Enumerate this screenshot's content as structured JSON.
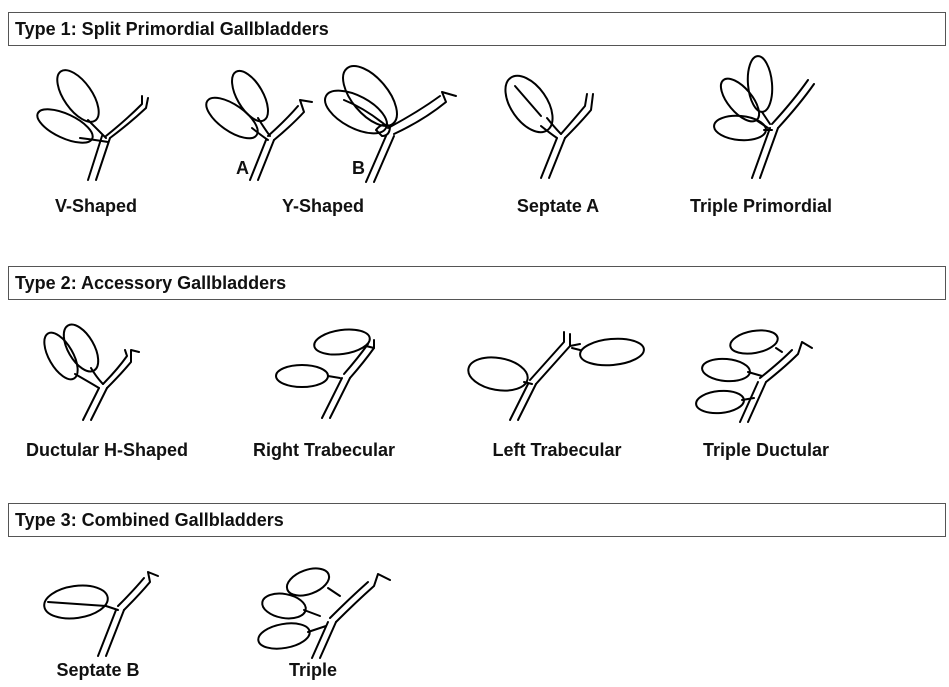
{
  "sections": [
    {
      "title": "Type 1: Split Primordial Gallbladders",
      "items": [
        {
          "label": "V-Shaped",
          "icon": "v-shaped-gallbladder-icon"
        },
        {
          "label": "Y-Shaped",
          "icon": "y-shaped-gallbladder-icon",
          "sublabels": [
            "A",
            "B"
          ]
        },
        {
          "label": "Septate A",
          "icon": "septate-a-gallbladder-icon"
        },
        {
          "label": "Triple Primordial",
          "icon": "triple-primordial-gallbladder-icon"
        }
      ]
    },
    {
      "title": "Type 2: Accessory Gallbladders",
      "items": [
        {
          "label": "Ductular H-Shaped",
          "icon": "ductular-h-shaped-gallbladder-icon"
        },
        {
          "label": "Right Trabecular",
          "icon": "right-trabecular-gallbladder-icon"
        },
        {
          "label": "Left Trabecular",
          "icon": "left-trabecular-gallbladder-icon"
        },
        {
          "label": "Triple Ductular",
          "icon": "triple-ductular-gallbladder-icon"
        }
      ]
    },
    {
      "title": "Type 3: Combined Gallbladders",
      "items": [
        {
          "label": "Septate B",
          "icon": "septate-b-gallbladder-icon"
        },
        {
          "label": "Triple",
          "icon": "triple-gallbladder-icon"
        }
      ]
    }
  ]
}
